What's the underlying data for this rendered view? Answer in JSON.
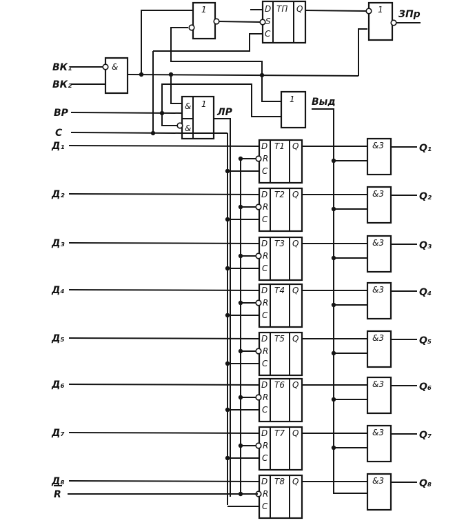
{
  "diagram": {
    "type": "logic-circuit",
    "inputs": {
      "vk1": "ВК₁",
      "vk2": "ВК₂",
      "vr": "ВР",
      "c": "С",
      "d": [
        "Д₁",
        "Д₂",
        "Д₃",
        "Д₄",
        "Д₅",
        "Д₆",
        "Д₇",
        "Д₈"
      ],
      "r_bar": "R"
    },
    "gates": {
      "and_input": "&",
      "or_top": "1",
      "tp_trigger": {
        "name": "ТП",
        "pins": [
          "D",
          "S",
          "C"
        ],
        "out": "Q"
      },
      "or_out": "1",
      "out_label": "ЗПр",
      "lr_gate": {
        "and1": "&",
        "and2": "&",
        "or": "1",
        "label": "ЛР"
      },
      "vyd_gate": {
        "or": "1",
        "label": "Выд"
      }
    },
    "triggers": [
      {
        "name": "T1",
        "pins": [
          "D",
          "R",
          "C"
        ],
        "out": "Q"
      },
      {
        "name": "T2",
        "pins": [
          "D",
          "R",
          "C"
        ],
        "out": "Q"
      },
      {
        "name": "T3",
        "pins": [
          "D",
          "R",
          "C"
        ],
        "out": "Q"
      },
      {
        "name": "T4",
        "pins": [
          "D",
          "R",
          "C"
        ],
        "out": "Q"
      },
      {
        "name": "T5",
        "pins": [
          "D",
          "R",
          "C"
        ],
        "out": "Q"
      },
      {
        "name": "T6",
        "pins": [
          "D",
          "R",
          "C"
        ],
        "out": "Q"
      },
      {
        "name": "T7",
        "pins": [
          "D",
          "R",
          "C"
        ],
        "out": "Q"
      },
      {
        "name": "T8",
        "pins": [
          "D",
          "R",
          "C"
        ],
        "out": "Q"
      }
    ],
    "out_gates": [
      "&3",
      "&3",
      "&3",
      "&3",
      "&3",
      "&3",
      "&3",
      "&3"
    ],
    "outputs": [
      "Q₁",
      "Q₂",
      "Q₃",
      "Q₄",
      "Q₅",
      "Q₆",
      "Q₇",
      "Q₈"
    ]
  }
}
